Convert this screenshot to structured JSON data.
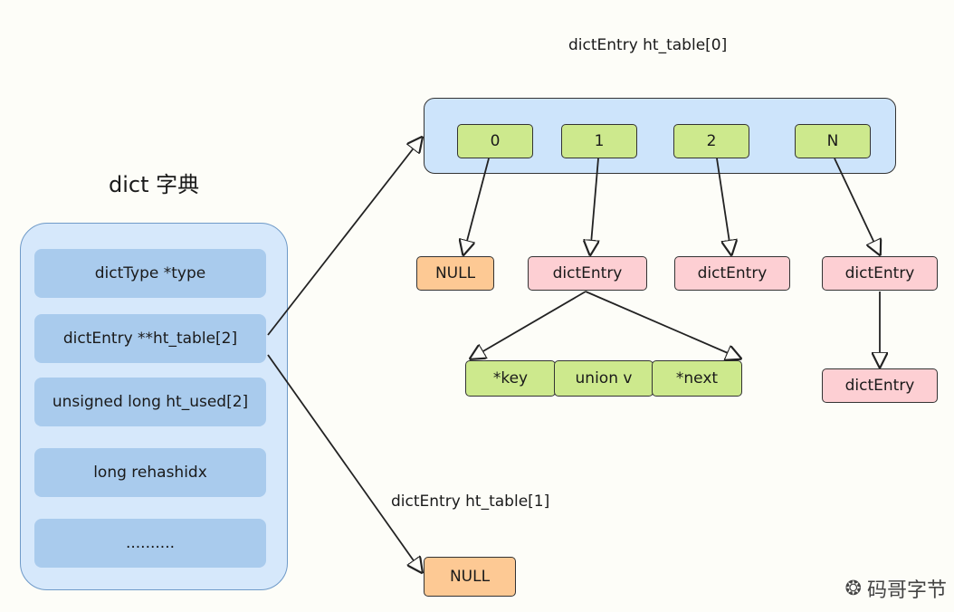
{
  "dict": {
    "title": "dict 字典",
    "fields": [
      "dictType *type",
      "dictEntry **ht_table[2]",
      "unsigned long ht_used[2]",
      "long rehashidx",
      ".........."
    ]
  },
  "ht_table0": {
    "label": "dictEntry ht_table[0]",
    "slots": [
      "0",
      "1",
      "2",
      "N"
    ],
    "targets": [
      "NULL",
      "dictEntry",
      "dictEntry",
      "dictEntry"
    ],
    "chain_entry": "dictEntry",
    "entry_fields": [
      "*key",
      "union v",
      "*next"
    ]
  },
  "ht_table1": {
    "label": "dictEntry ht_table[1]",
    "value": "NULL"
  },
  "watermark": {
    "icon": "wechat-icon",
    "icon_glyph": "❂",
    "text": "码哥字节"
  },
  "colors": {
    "dict_bg": "#d6e8fb",
    "field_bg": "#a9cbed",
    "table_bg": "#cde4fb",
    "slot_green": "#cde98d",
    "entry_pink": "#fdcfd3",
    "null_orange": "#fdc994"
  }
}
